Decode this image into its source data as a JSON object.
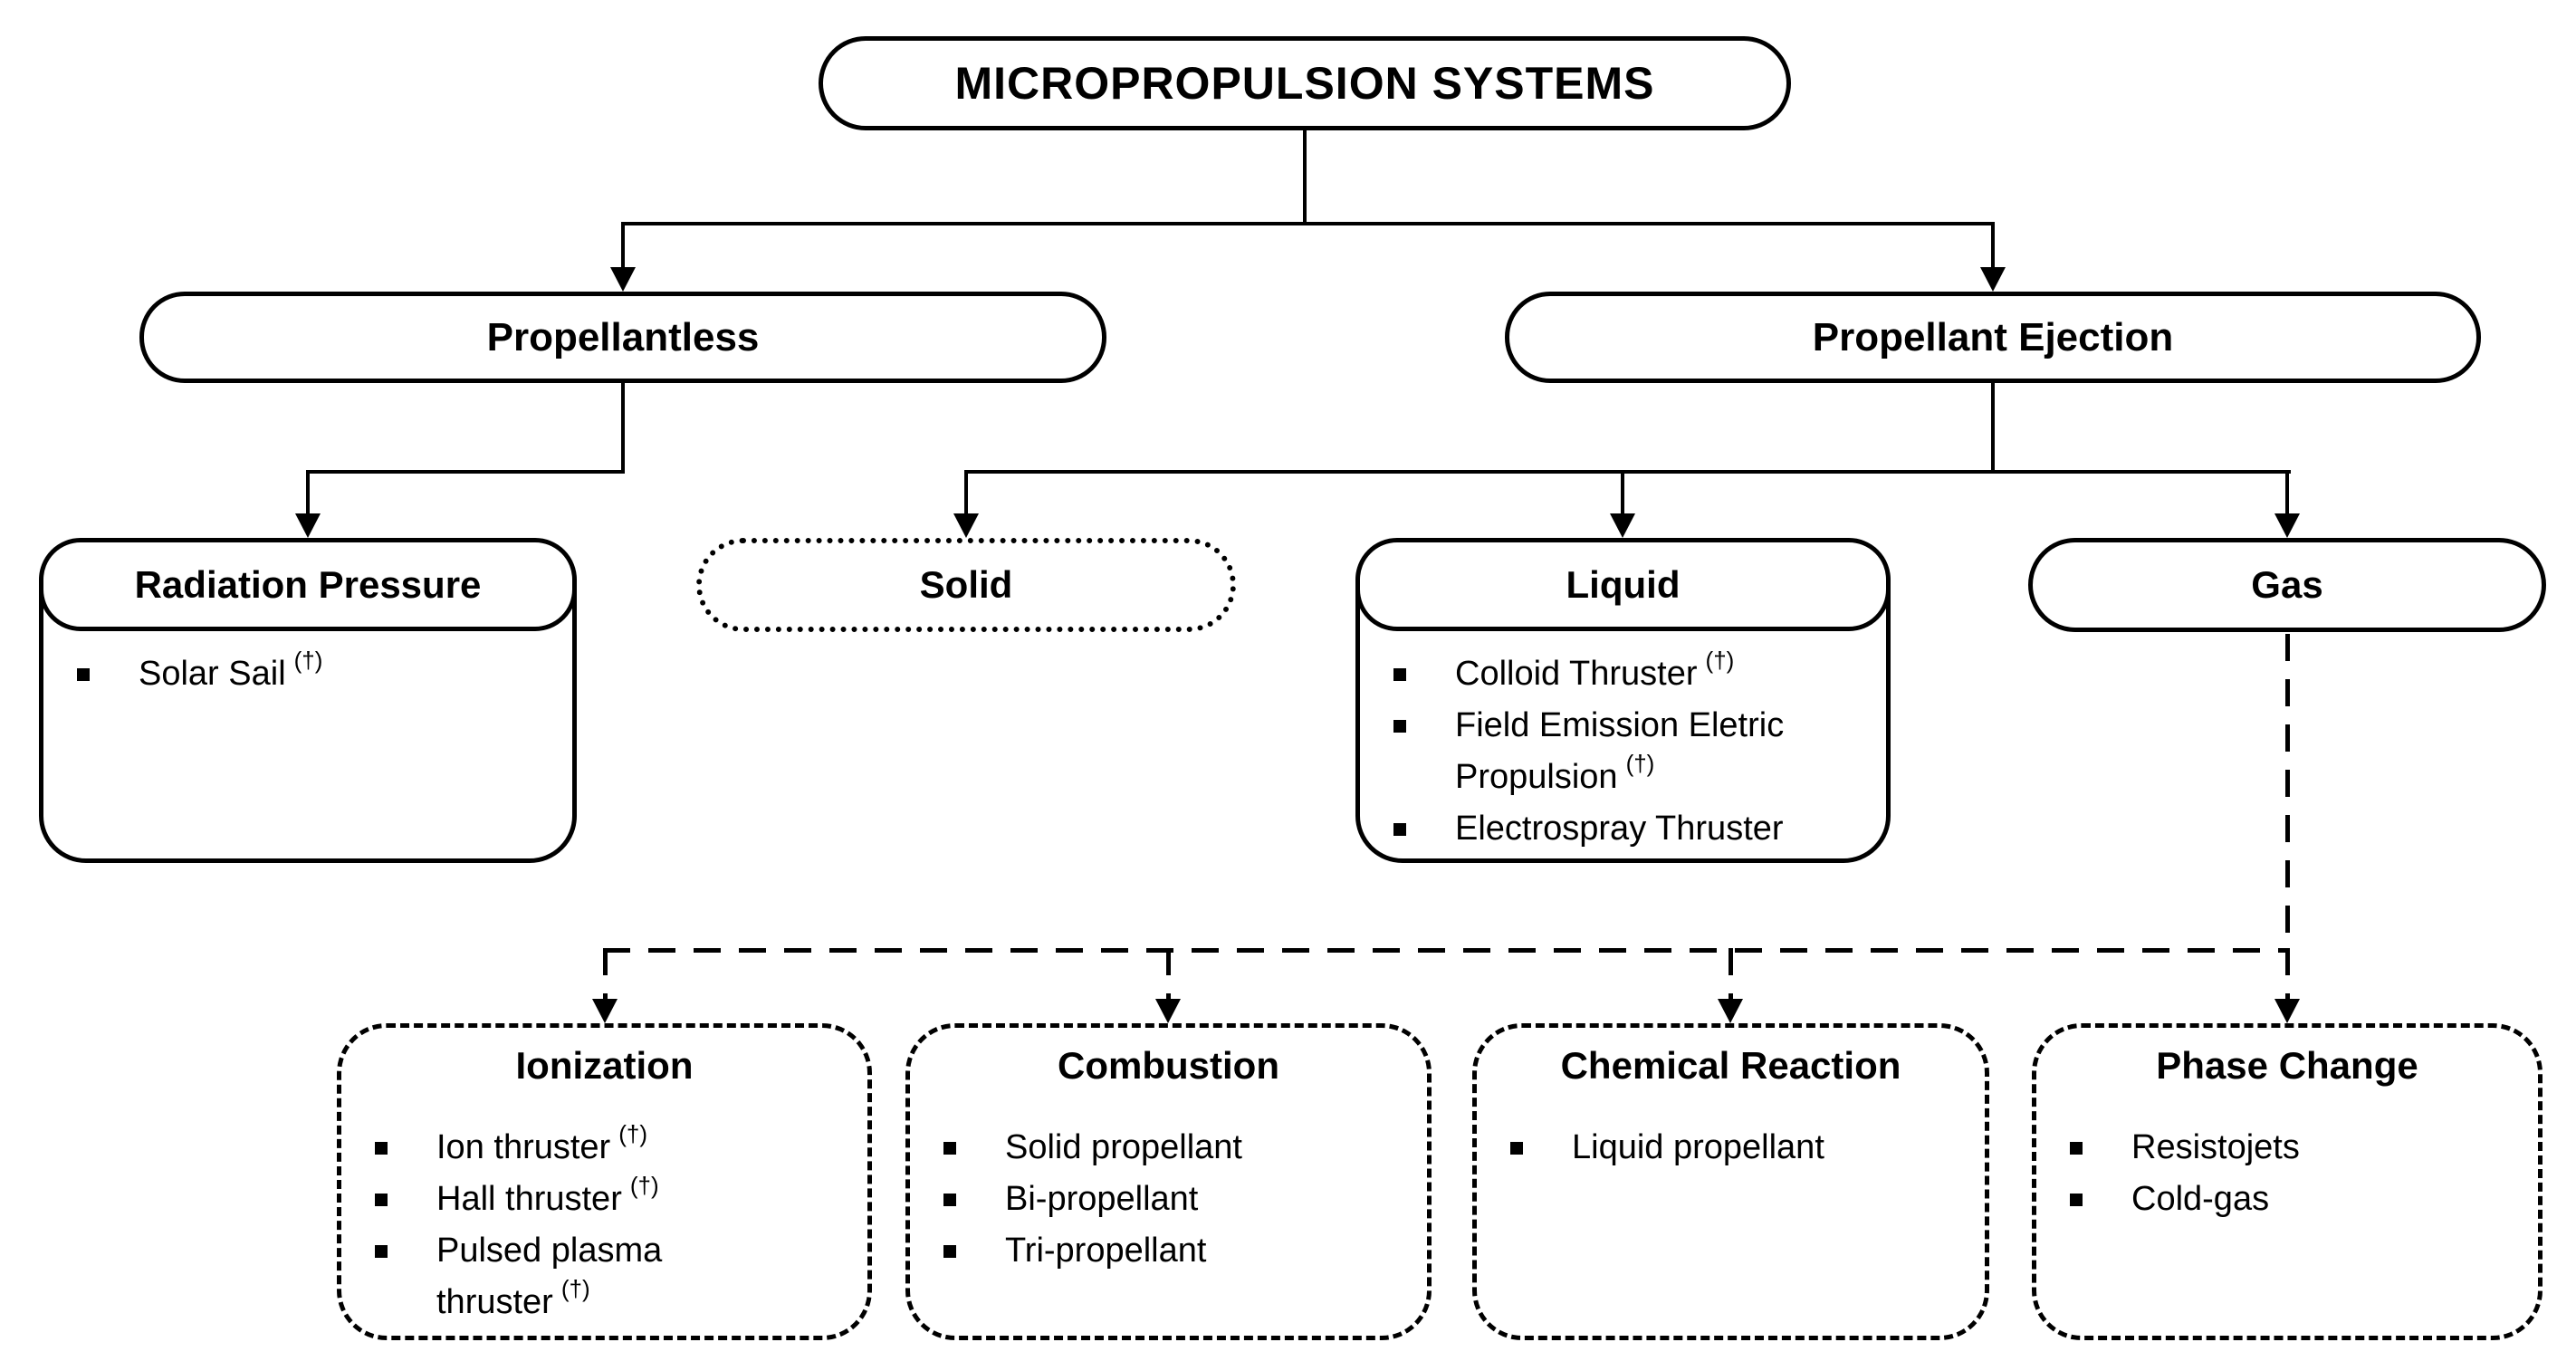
{
  "diagram": {
    "colors": {
      "line": "#000000",
      "background": "#ffffff",
      "text": "#000000"
    },
    "dagger": "(†)",
    "root": {
      "label": "MICROPROPULSION SYSTEMS"
    },
    "level1": [
      {
        "label": "Propellantless"
      },
      {
        "label": "Propellant Ejection"
      }
    ],
    "level2": [
      {
        "label": "Radiation Pressure",
        "items": [
          {
            "text": "Solar Sail",
            "sup": "(†)"
          }
        ]
      },
      {
        "label": "Solid",
        "items": []
      },
      {
        "label": "Liquid",
        "items": [
          {
            "text": "Colloid Thruster",
            "sup": "(†)"
          },
          {
            "text": "Field Emission Eletric Propulsion",
            "sup": "(†)"
          },
          {
            "text": "Electrospray Thruster"
          }
        ]
      },
      {
        "label": "Gas",
        "items": []
      }
    ],
    "level3": [
      {
        "label": "Ionization",
        "items": [
          {
            "text": "Ion thruster",
            "sup": "(†)"
          },
          {
            "text": "Hall thruster",
            "sup": "(†)"
          },
          {
            "text": "Pulsed plasma thruster",
            "sup": "(†)"
          }
        ]
      },
      {
        "label": "Combustion",
        "items": [
          {
            "text": "Solid propellant"
          },
          {
            "text": "Bi-propellant"
          },
          {
            "text": "Tri-propellant"
          }
        ]
      },
      {
        "label": "Chemical Reaction",
        "items": [
          {
            "text": "Liquid propellant"
          }
        ]
      },
      {
        "label": "Phase Change",
        "items": [
          {
            "text": "Resistojets"
          },
          {
            "text": "Cold-gas"
          }
        ]
      }
    ]
  }
}
